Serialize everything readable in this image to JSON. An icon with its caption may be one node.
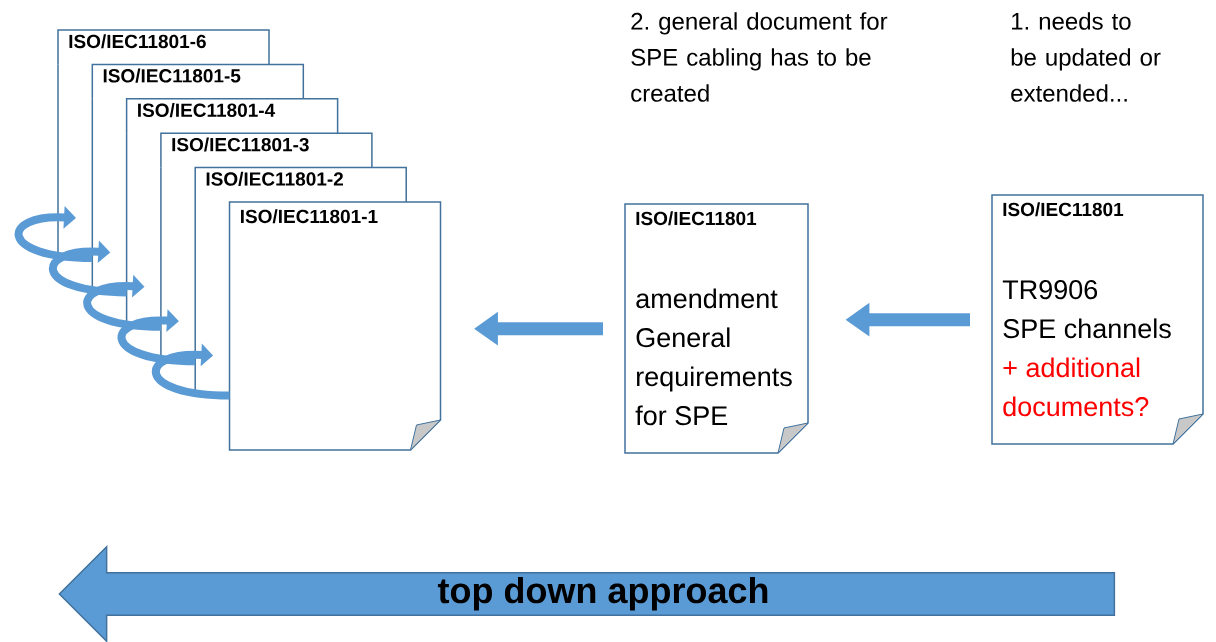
{
  "diagram": {
    "nodes": [
      {
        "text": [
          "ISO/IEC11801-6"
        ]
      },
      {
        "text": [
          "ISO/IEC11801-5"
        ]
      },
      {
        "text": [
          "ISO/IEC11801-4"
        ]
      },
      {
        "text": [
          "ISO/IEC11801-3"
        ]
      },
      {
        "text": [
          "ISO/IEC11801-2"
        ]
      },
      {
        "text": [
          "ISO/IEC11801-1"
        ]
      },
      {
        "text": [
          "ISO/IEC11801",
          "amendment General requirements for SPE"
        ]
      },
      {
        "text": [
          "ISO/IEC11801",
          "TR9906",
          "SPE channels",
          "+ additional documents?"
        ]
      },
      {
        "text": [
          "top down approach"
        ]
      }
    ],
    "edges": [
      {
        "from": 7,
        "to": 6,
        "arrow": "to"
      },
      {
        "from": 6,
        "to": 5,
        "arrow": "to"
      }
    ],
    "labels": [
      "2. general document for SPE cabling has to be created",
      "1. needs to be updated or extended..."
    ]
  }
}
